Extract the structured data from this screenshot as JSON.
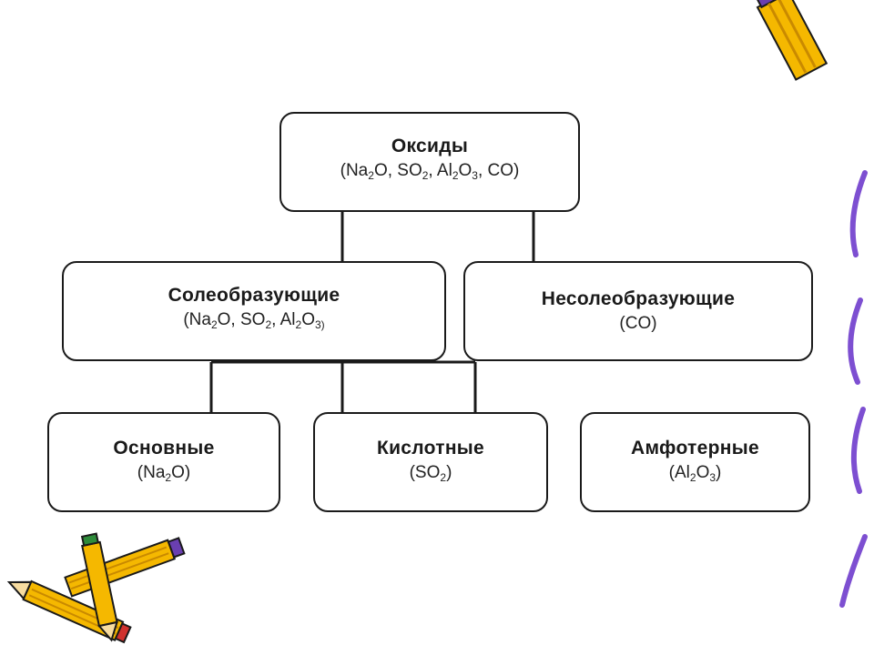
{
  "diagram": {
    "root": {
      "title": "Оксиды",
      "formula": [
        {
          "t": "(Na"
        },
        {
          "s": "2"
        },
        {
          "t": "O, SO"
        },
        {
          "s": "2"
        },
        {
          "t": ", Al"
        },
        {
          "s": "2"
        },
        {
          "t": "O"
        },
        {
          "s": "3"
        },
        {
          "t": ", CO)"
        }
      ]
    },
    "salt_forming": {
      "title": "Солеобразующие",
      "formula": [
        {
          "t": "(Na"
        },
        {
          "s": "2"
        },
        {
          "t": "O, SO"
        },
        {
          "s": "2"
        },
        {
          "t": ", Al"
        },
        {
          "s": "2"
        },
        {
          "t": "O"
        },
        {
          "s": "3)"
        }
      ]
    },
    "non_salt_forming": {
      "title": "Несолеобразующие",
      "formula": [
        {
          "t": "(CO)"
        }
      ]
    },
    "basic": {
      "title": "Основные",
      "formula": [
        {
          "t": "(Na"
        },
        {
          "s": "2"
        },
        {
          "t": "O)"
        }
      ]
    },
    "acidic": {
      "title": "Кислотные",
      "formula": [
        {
          "t": "(SO"
        },
        {
          "s": "2"
        },
        {
          "t": ")"
        }
      ]
    },
    "amphoteric": {
      "title": "Амфотерные",
      "formula": [
        {
          "t": "(Al"
        },
        {
          "s": "2"
        },
        {
          "t": "O"
        },
        {
          "s": "3"
        },
        {
          "t": ")"
        }
      ]
    }
  },
  "colors": {
    "border": "#1a1a1a",
    "pencil_yellow": "#f5b800",
    "pencil_purple": "#6a3fb0",
    "pencil_red": "#d0312d",
    "side_deco_purple": "#7d4fd1"
  },
  "icons": [
    "pencil-icon",
    "crossed-pencils-icon"
  ]
}
